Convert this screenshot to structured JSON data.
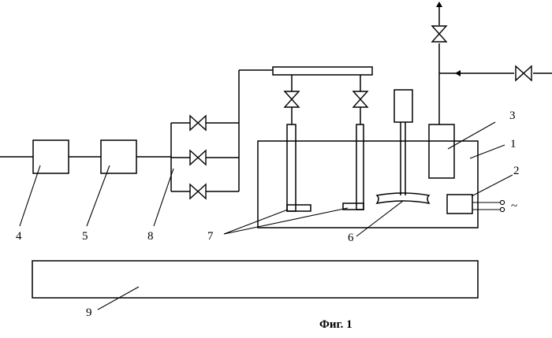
{
  "labels": {
    "tank": "1",
    "heater": "2",
    "probe": "3",
    "unit_4": "4",
    "unit_5": "5",
    "stirrer": "6",
    "nozzles": "7",
    "manifold": "8",
    "base": "9",
    "ac_symbol": "~"
  },
  "caption": "Фиг. 1"
}
